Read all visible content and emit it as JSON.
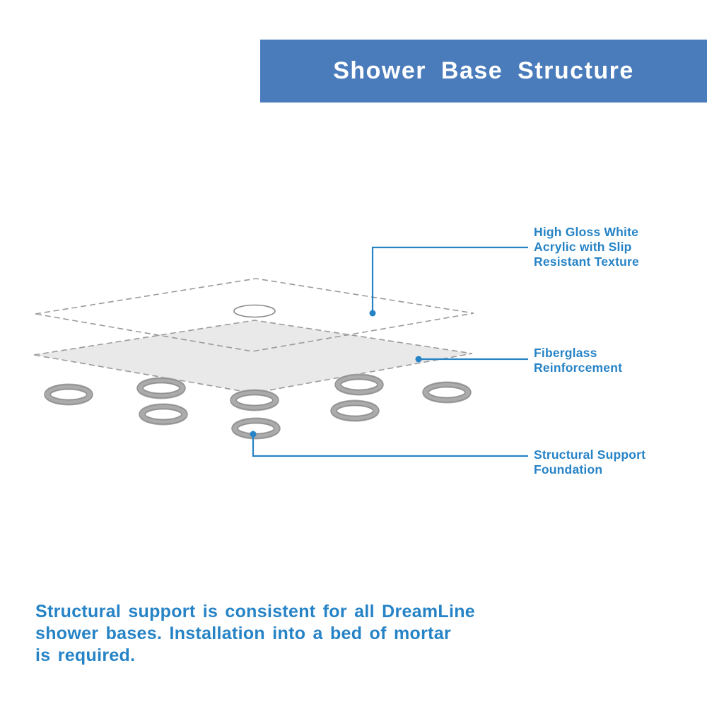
{
  "header": {
    "title": "Shower Base Structure"
  },
  "callouts": [
    {
      "id": "acrylic",
      "text": "High Gloss White\nAcrylic with Slip\nResistant Texture"
    },
    {
      "id": "fiberglass",
      "text": "Fiberglass\nReinforcement"
    },
    {
      "id": "foundation",
      "text": "Structural Support\nFoundation"
    }
  ],
  "footer": {
    "text": "Structural support is consistent for all DreamLine\nshower bases. Installation into a bed of mortar\nis required."
  },
  "colors": {
    "banner_background": "#4a7cbc",
    "banner_text": "#ffffff",
    "label_text": "#2683c6",
    "leader_line": "#2683c6",
    "layer_fill": "#e9e9e9",
    "dashed_outline": "#9a9a9a",
    "ring_gray": "#ababab"
  }
}
